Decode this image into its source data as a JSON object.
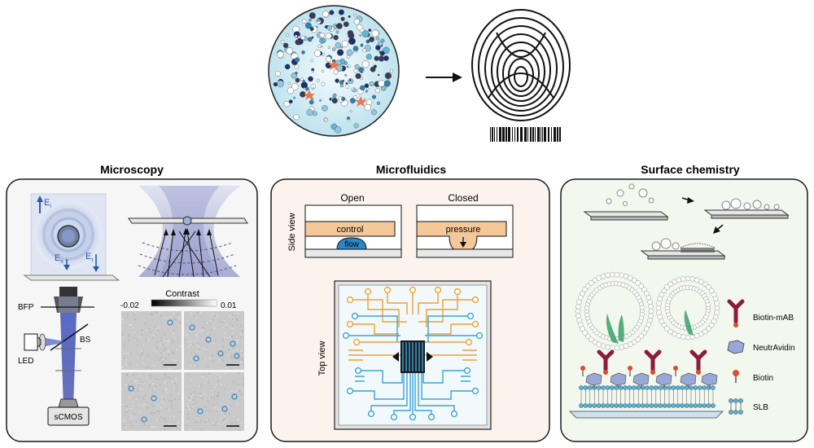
{
  "panels": {
    "microscopy": {
      "title": "Microscopy",
      "field_label": "E",
      "field_sub_i": "i",
      "field_sub_s": "s",
      "field_sub_r": "r",
      "bfp_label": "BFP",
      "bs_label": "BS",
      "led_label": "LED",
      "camera_label": "sCMOS",
      "contrast_title": "Contrast",
      "contrast_min": "-0.02",
      "contrast_max": "0.01"
    },
    "microfluidics": {
      "title": "Microfluidics",
      "side_view_label": "Side view",
      "top_view_label": "Top view",
      "open_label": "Open",
      "closed_label": "Closed",
      "control_label": "control",
      "flow_label": "flow",
      "pressure_label": "pressure"
    },
    "surface_chemistry": {
      "title": "Surface chemistry",
      "legend": [
        {
          "label": "Biotin-mAB"
        },
        {
          "label": "NeutrAvidin"
        },
        {
          "label": "Biotin"
        },
        {
          "label": "SLB"
        }
      ]
    }
  },
  "colors": {
    "panel_border": "#1a1a1a",
    "panel_fill_left": "#f6f6f6",
    "panel_fill_mid": "#fbf3ec",
    "panel_fill_right": "#f3f8ef",
    "control_orange": "#f5c89a",
    "flow_blue": "#2e86c8",
    "channel_orange": "#f0a030",
    "channel_blue": "#3aa3d8",
    "antibody_red": "#8b1c3a",
    "neutravidin": "#9aa8d8",
    "biotin": "#e04a2a",
    "star": "#e8784a"
  }
}
